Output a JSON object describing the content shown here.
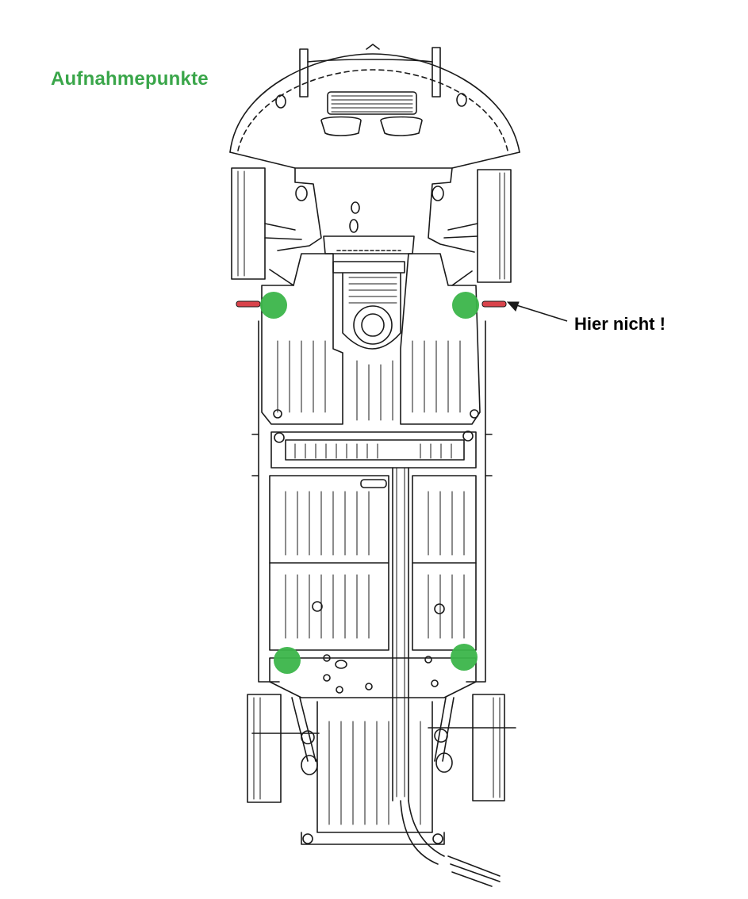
{
  "title": "Aufnahmepunkte",
  "note": "Hier nicht !",
  "colors": {
    "title": "#3aa64a",
    "point": "#3bb54a",
    "bad_pin": "#d9434b",
    "line": "#1a1a1a"
  },
  "icons": [
    "green-jack-point",
    "red-pin",
    "arrow"
  ]
}
